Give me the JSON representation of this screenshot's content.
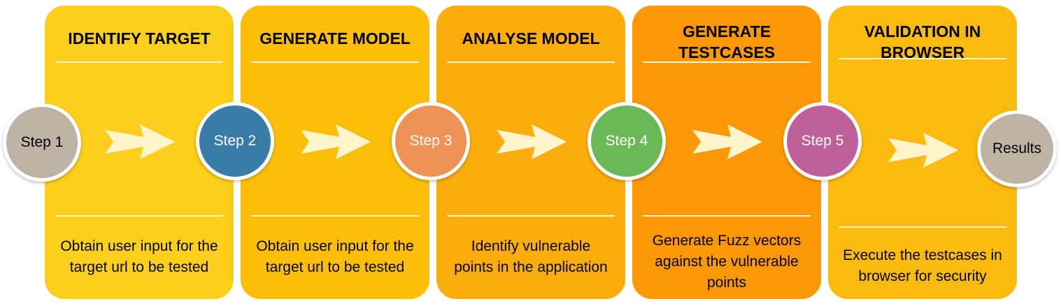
{
  "steps": [
    {
      "title": "IDENTIFY TARGET",
      "label": "Step 1",
      "description": "Obtain user input for the target url to be tested",
      "panel_color": "#fbcf1a",
      "circle_color": "#bfb3a6",
      "text_color": "#000000"
    },
    {
      "title": "GENERATE MODEL",
      "label": "Step 2",
      "description": "Obtain user input for the target url to be tested",
      "panel_color": "#fbbf0a",
      "circle_color": "#3a7ca8",
      "text_color": "#ffffff"
    },
    {
      "title": "ANALYSE MODEL",
      "label": "Step 3",
      "description": "Identify vulnerable points in the application",
      "panel_color": "#fbad0c",
      "circle_color": "#ef9255",
      "text_color": "#ffffff"
    },
    {
      "title": "GENERATE TESTCASES",
      "label": "Step 4",
      "description": "Generate Fuzz vectors against the vulnerable points",
      "panel_color": "#fa9806",
      "circle_color": "#6ab858",
      "text_color": "#ffffff"
    },
    {
      "title": "VALIDATION IN BROWSER",
      "label": "Step 5",
      "description": "Execute the testcases in browser for security",
      "panel_color": "#fbbb0e",
      "circle_color": "#c0609b",
      "text_color": "#ffffff"
    }
  ],
  "results": {
    "label": "Results",
    "circle_color": "#bfb3a6",
    "text_color": "#000000"
  },
  "colors": {
    "arrow": "#fff4cc",
    "divider": "#fff4cc",
    "circle_border": "#ffffff"
  }
}
